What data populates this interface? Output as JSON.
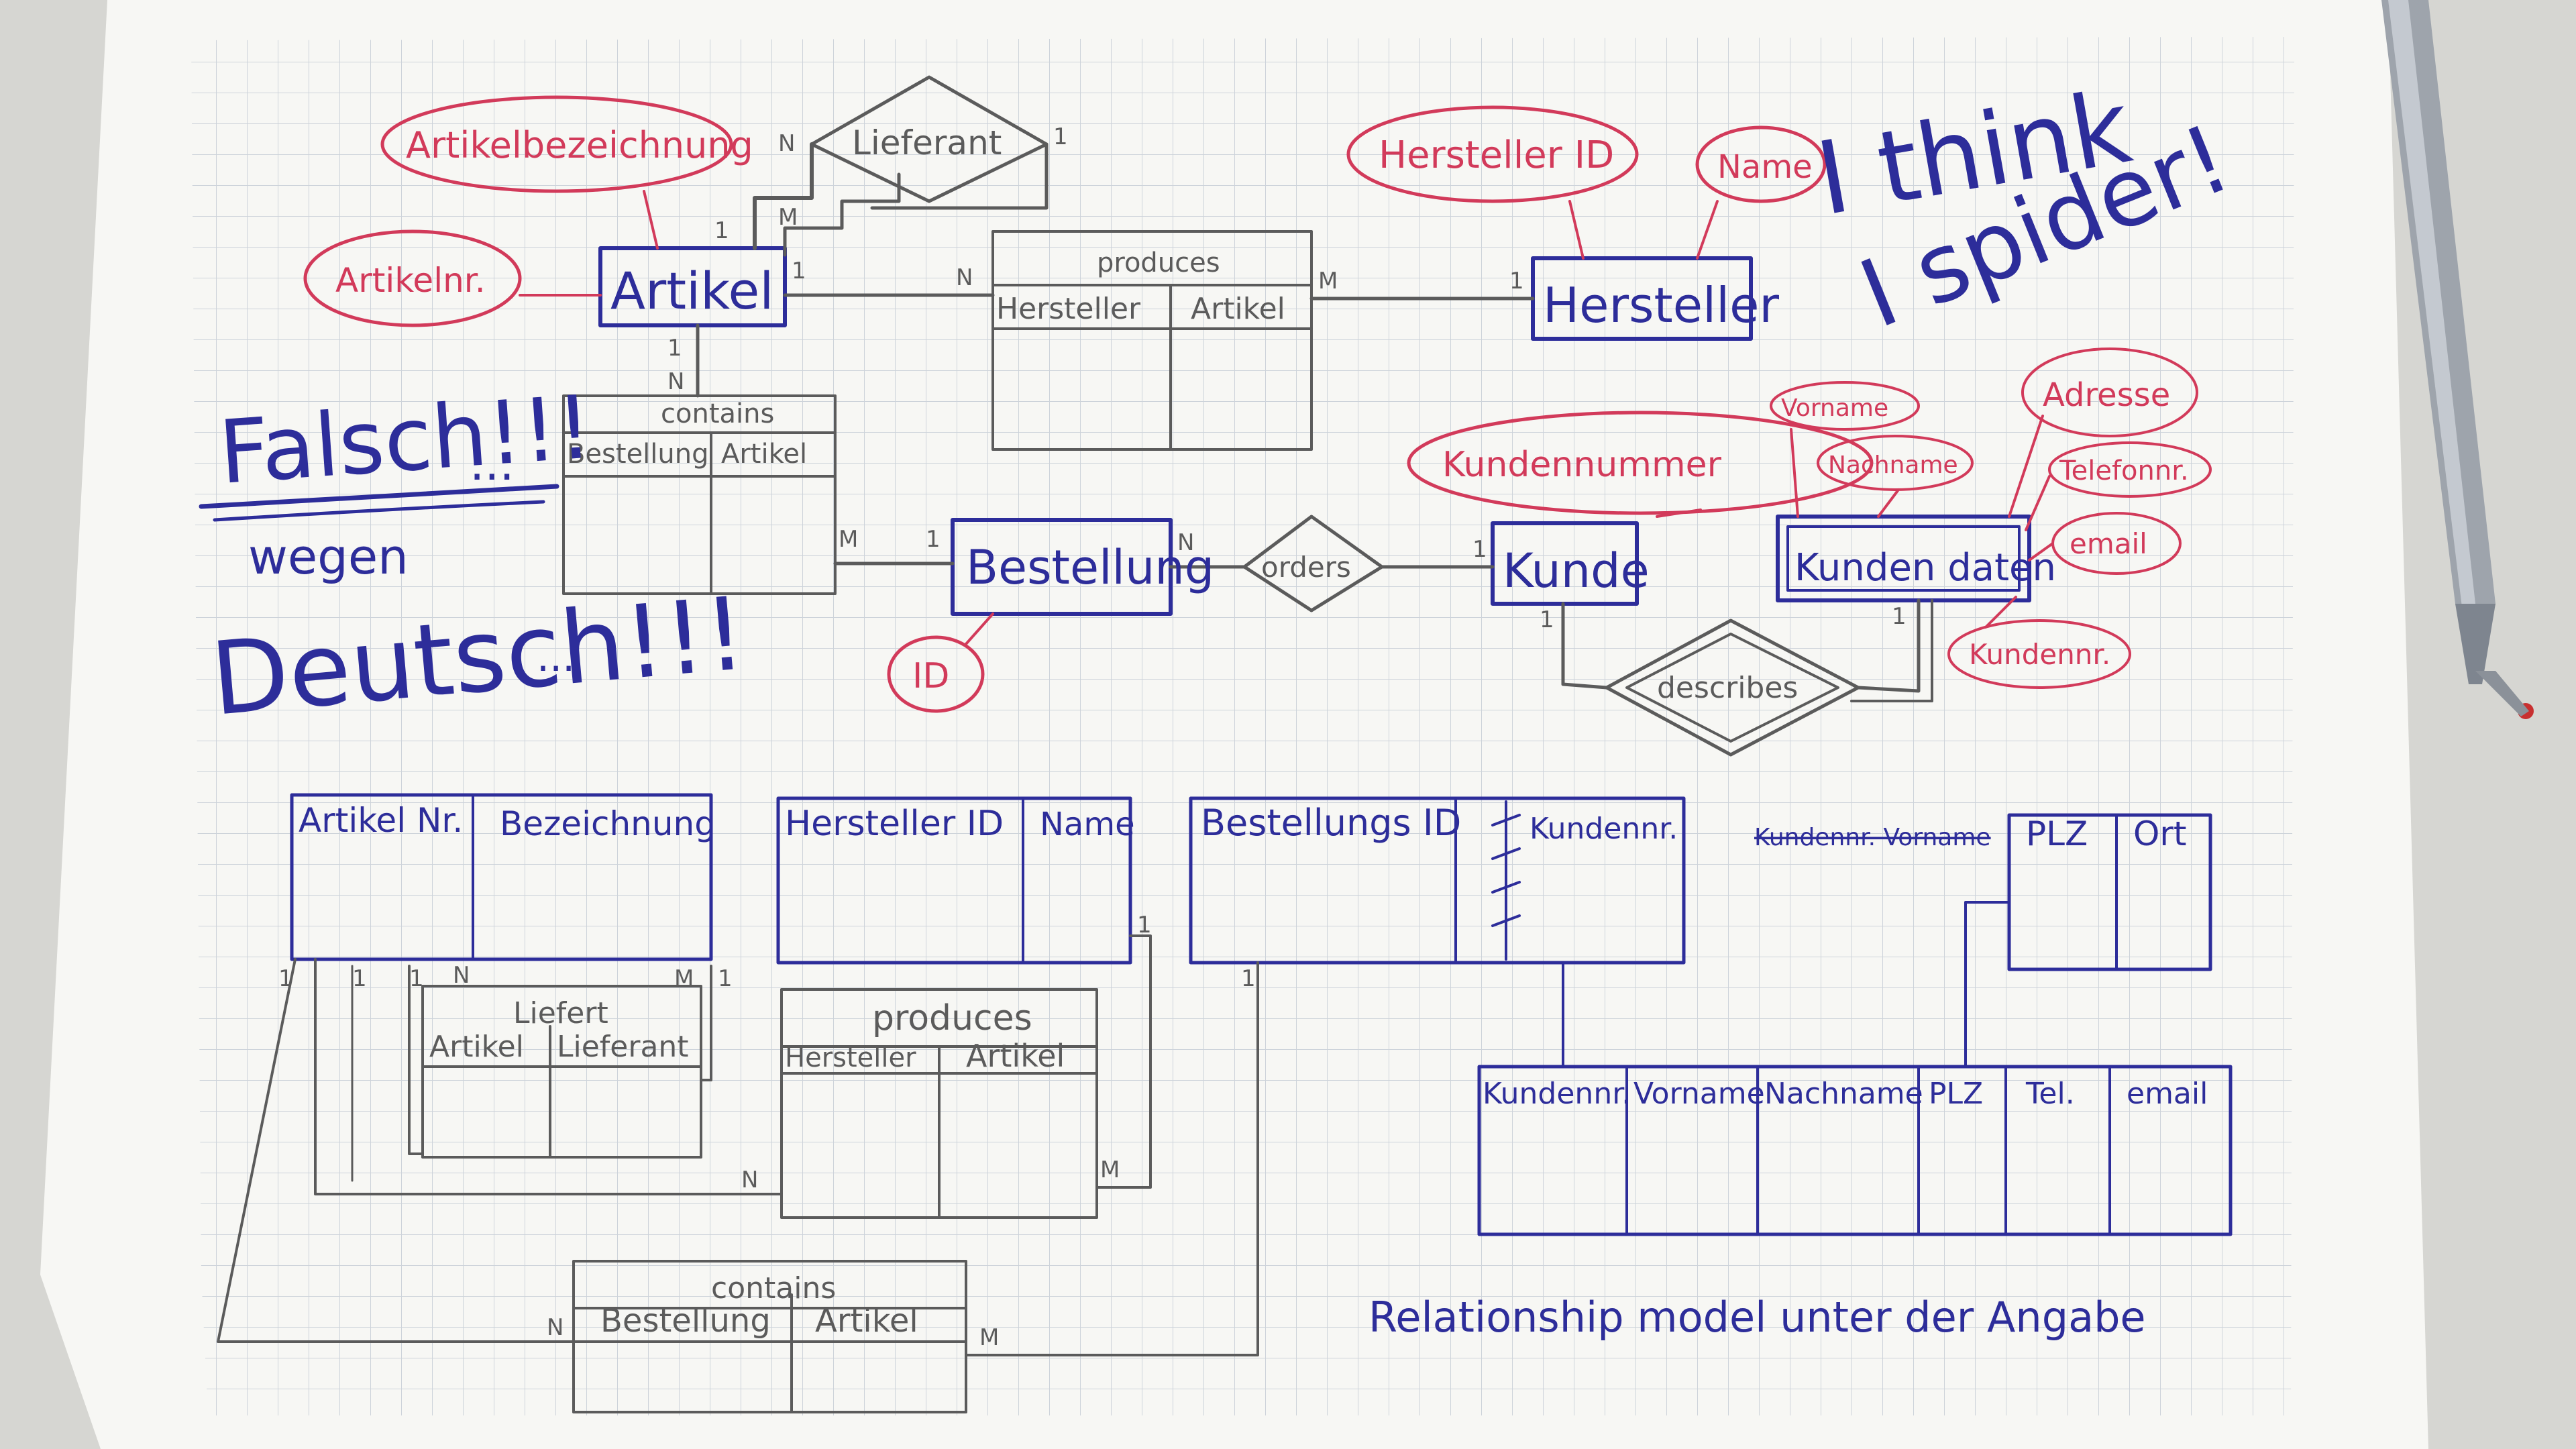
{
  "er": {
    "artikel": "Artikel",
    "hersteller": "Hersteller",
    "bestellung": "Bestellung",
    "kunde": "Kunde",
    "kundendaten": "Kunden daten",
    "lieferant": "Lieferant",
    "orders": "orders",
    "describes": "describes",
    "produces_title": "produces",
    "produces_col1": "Hersteller",
    "produces_col2": "Artikel",
    "contains_title": "contains",
    "contains_col1": "Bestellung",
    "contains_col2": "Artikel",
    "attr_artikelbezeichnung": "Artikelbezeichnung",
    "attr_artikelnr": "Artikelnr.",
    "attr_herstellerid": "Hersteller ID",
    "attr_name": "Name",
    "attr_kundennummer": "Kundennummer",
    "attr_id": "ID",
    "attr_vorname": "Vorname",
    "attr_nachname": "Nachname",
    "attr_adresse": "Adresse",
    "attr_telefonnr": "Telefonnr.",
    "attr_email": "email",
    "attr_kundennr": "Kundennr."
  },
  "card": {
    "one": "1",
    "n": "N",
    "m": "M"
  },
  "notes": {
    "think_line1": "I think",
    "think_line2": "I spider!",
    "falsch": "Falsch!!!",
    "dots": "...",
    "wegen": "wegen",
    "deutsch": "Deutsch!!!",
    "caption": "Relationship model unter der Angabe"
  },
  "rel": {
    "artikel_col1": "Artikel Nr.",
    "artikel_col2": "Bezeichnung",
    "hersteller_col1": "Hersteller ID",
    "hersteller_col2": "Name",
    "bestellung_col1": "Bestellungs ID",
    "bestellung_col2": "Kundennr.",
    "ort_struck": "Kundennr. Vorname",
    "ort_col1": "PLZ",
    "ort_col2": "Ort",
    "liefert_title": "Liefert",
    "liefert_col1": "Artikel",
    "liefert_col2": "Lieferant",
    "produces_title": "produces",
    "produces_col1": "Hersteller",
    "produces_col2": "Artikel",
    "contains_title": "contains",
    "contains_col1": "Bestellung",
    "contains_col2": "Artikel",
    "kunde_col1": "Kundennr.",
    "kunde_col2": "Vorname",
    "kunde_col3": "Nachname",
    "kunde_col4": "PLZ",
    "kunde_col5": "Tel.",
    "kunde_col6": "email"
  },
  "colors": {
    "ink_blue": "#2d2d9a",
    "ink_red": "#d23a5a",
    "pencil": "#5b5b5b",
    "paper": "#f7f7f4",
    "grid": "#cdd3da"
  }
}
